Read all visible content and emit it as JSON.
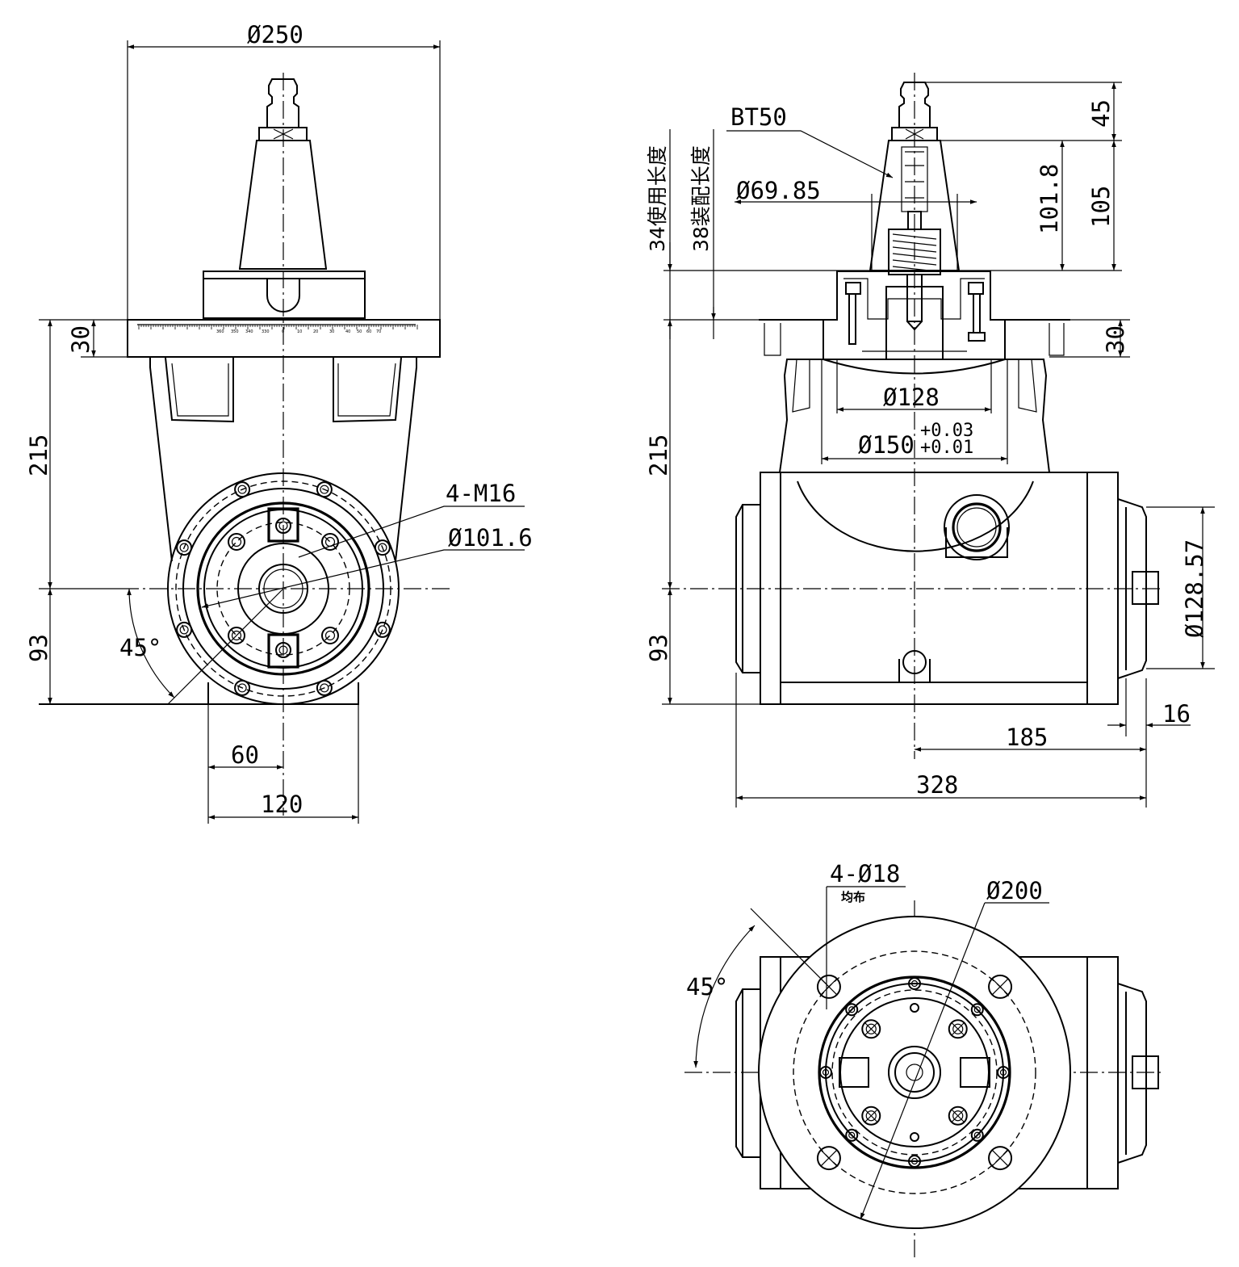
{
  "front_view": {
    "diameter_250": "Ø250",
    "height_30": "30",
    "height_215": "215",
    "height_93": "93",
    "thread_4m16": "4-M16",
    "diameter_101_6": "Ø101.6",
    "angle_45": "45°",
    "width_60": "60",
    "width_120": "120",
    "scale_marks": [
      "360",
      "350",
      "340",
      "330",
      "0",
      "10",
      "20",
      "30",
      "40",
      "50",
      "60",
      "70"
    ]
  },
  "side_view": {
    "taper_bt50": "BT50",
    "use_length": "34使用长度",
    "fit_length": "38装配长度",
    "diameter_69_85": "Ø69.85",
    "height_45": "45",
    "height_101_8": "101.8",
    "height_105": "105",
    "height_30": "30",
    "height_215": "215",
    "height_93": "93",
    "diameter_128": "Ø128",
    "diameter_150": "Ø150",
    "tol_upper": "+0.03",
    "tol_lower": "+0.01",
    "diameter_128_57": "Ø128.57",
    "width_16": "16",
    "width_185": "185",
    "width_328": "328"
  },
  "bottom_view": {
    "holes_4_18": "4-Ø18",
    "evenly_spaced": "均布",
    "diameter_200": "Ø200",
    "angle_45": "45°"
  }
}
